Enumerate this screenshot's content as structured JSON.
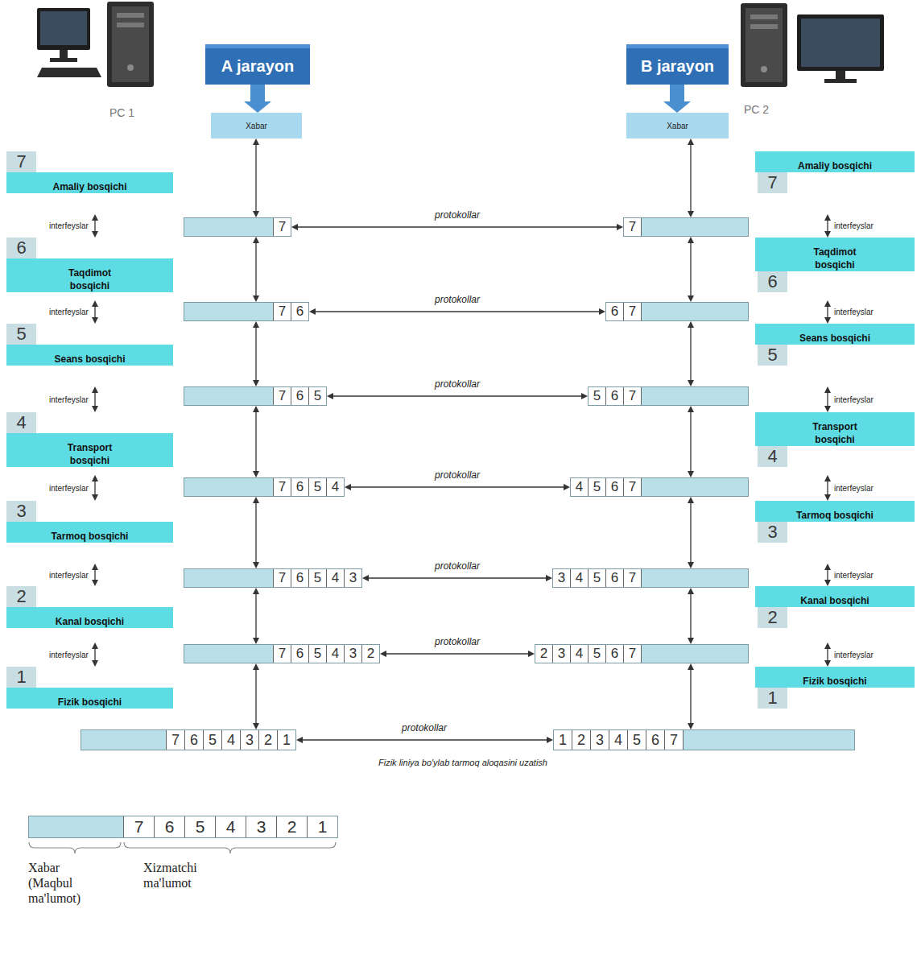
{
  "diagram": {
    "caption": "Fizik liniya bo'ylab tarmoq aloqasini uzatish",
    "nodes": [
      {
        "text": [
          "A jarayon"
        ]
      },
      {
        "text": [
          "B jarayon"
        ]
      },
      {
        "text": [
          "Xabar"
        ]
      },
      {
        "text": [
          "Xabar"
        ]
      },
      {
        "text": [
          "7",
          "Amaliy bosqichi"
        ]
      },
      {
        "text": [
          "6",
          "Taqdimot bosqichi"
        ]
      },
      {
        "text": [
          "5",
          "Seans bosqichi"
        ]
      },
      {
        "text": [
          "4",
          "Transport bosqichi"
        ]
      },
      {
        "text": [
          "3",
          "Tarmoq bosqichi"
        ]
      },
      {
        "text": [
          "2",
          "Kanal bosqichi"
        ]
      },
      {
        "text": [
          "1",
          "Fizik bosqichi"
        ]
      },
      {
        "text": [
          "Amaliy bosqichi",
          "7"
        ]
      },
      {
        "text": [
          "Taqdimot bosqichi",
          "6"
        ]
      },
      {
        "text": [
          "Seans bosqichi",
          "5"
        ]
      },
      {
        "text": [
          "Transport bosqichi",
          "4"
        ]
      },
      {
        "text": [
          "Tarmoq bosqichi",
          "3"
        ]
      },
      {
        "text": [
          "Kanal bosqichi",
          "2"
        ]
      },
      {
        "text": [
          "Fizik bosqichi",
          "1"
        ]
      },
      {
        "text": []
      },
      {
        "text": [
          "7"
        ],
        "in": 18
      },
      {
        "text": []
      },
      {
        "text": [
          "7"
        ],
        "in": 20
      },
      {
        "text": []
      },
      {
        "text": [
          "7"
        ],
        "in": 22
      },
      {
        "text": [
          "6"
        ],
        "in": 22
      },
      {
        "text": []
      },
      {
        "text": [
          "6"
        ],
        "in": 25
      },
      {
        "text": [
          "7"
        ],
        "in": 25
      },
      {
        "text": []
      },
      {
        "text": [
          "7"
        ],
        "in": 28
      },
      {
        "text": [
          "6"
        ],
        "in": 28
      },
      {
        "text": [
          "5"
        ],
        "in": 28
      },
      {
        "text": []
      },
      {
        "text": [
          "5"
        ],
        "in": 32
      },
      {
        "text": [
          "6"
        ],
        "in": 32
      },
      {
        "text": [
          "7"
        ],
        "in": 32
      },
      {
        "text": []
      },
      {
        "text": [
          "7"
        ],
        "in": 36
      },
      {
        "text": [
          "6"
        ],
        "in": 36
      },
      {
        "text": [
          "5"
        ],
        "in": 36
      },
      {
        "text": [
          "4"
        ],
        "in": 36
      },
      {
        "text": []
      },
      {
        "text": [
          "4"
        ],
        "in": 41
      },
      {
        "text": [
          "5"
        ],
        "in": 41
      },
      {
        "text": [
          "6"
        ],
        "in": 41
      },
      {
        "text": [
          "7"
        ],
        "in": 41
      },
      {
        "text": []
      },
      {
        "text": [
          "7"
        ],
        "in": 46
      },
      {
        "text": [
          "6"
        ],
        "in": 46
      },
      {
        "text": [
          "5"
        ],
        "in": 46
      },
      {
        "text": [
          "4"
        ],
        "in": 46
      },
      {
        "text": [
          "3"
        ],
        "in": 46
      },
      {
        "text": []
      },
      {
        "text": [
          "3"
        ],
        "in": 52
      },
      {
        "text": [
          "4"
        ],
        "in": 52
      },
      {
        "text": [
          "5"
        ],
        "in": 52
      },
      {
        "text": [
          "6"
        ],
        "in": 52
      },
      {
        "text": [
          "7"
        ],
        "in": 52
      },
      {
        "text": []
      },
      {
        "text": [
          "7"
        ],
        "in": 58
      },
      {
        "text": [
          "6"
        ],
        "in": 58
      },
      {
        "text": [
          "5"
        ],
        "in": 58
      },
      {
        "text": [
          "4"
        ],
        "in": 58
      },
      {
        "text": [
          "3"
        ],
        "in": 58
      },
      {
        "text": [
          "2"
        ],
        "in": 58
      },
      {
        "text": []
      },
      {
        "text": [
          "2"
        ],
        "in": 65
      },
      {
        "text": [
          "3"
        ],
        "in": 65
      },
      {
        "text": [
          "4"
        ],
        "in": 65
      },
      {
        "text": [
          "5"
        ],
        "in": 65
      },
      {
        "text": [
          "6"
        ],
        "in": 65
      },
      {
        "text": [
          "7"
        ],
        "in": 65
      },
      {
        "text": []
      },
      {
        "text": [
          "7"
        ],
        "in": 72
      },
      {
        "text": [
          "6"
        ],
        "in": 72
      },
      {
        "text": [
          "5"
        ],
        "in": 72
      },
      {
        "text": [
          "4"
        ],
        "in": 72
      },
      {
        "text": [
          "3"
        ],
        "in": 72
      },
      {
        "text": [
          "2"
        ],
        "in": 72
      },
      {
        "text": [
          "1"
        ],
        "in": 72
      },
      {
        "text": []
      },
      {
        "text": [
          "1"
        ],
        "in": 80
      },
      {
        "text": [
          "2"
        ],
        "in": 80
      },
      {
        "text": [
          "3"
        ],
        "in": 80
      },
      {
        "text": [
          "4"
        ],
        "in": 80
      },
      {
        "text": [
          "5"
        ],
        "in": 80
      },
      {
        "text": [
          "6"
        ],
        "in": 80
      },
      {
        "text": [
          "7"
        ],
        "in": 80
      },
      {
        "text": []
      },
      {
        "text": [
          "7"
        ],
        "in": 88
      },
      {
        "text": [
          "6"
        ],
        "in": 88
      },
      {
        "text": [
          "5"
        ],
        "in": 88
      },
      {
        "text": [
          "4"
        ],
        "in": 88
      },
      {
        "text": [
          "3"
        ],
        "in": 88
      },
      {
        "text": [
          "2"
        ],
        "in": 88
      },
      {
        "text": [
          "1"
        ],
        "in": 88
      }
    ],
    "edges": [
      {
        "from": 0,
        "to": 2,
        "arrow": "to"
      },
      {
        "from": 1,
        "to": 3,
        "arrow": "to"
      },
      {
        "from": 2,
        "to": 18,
        "arrow": "both"
      },
      {
        "from": 3,
        "to": 20,
        "arrow": "both"
      },
      {
        "from": 18,
        "to": 20,
        "label": "protokollar",
        "arrow": "both"
      },
      {
        "from": 18,
        "to": 22,
        "arrow": "both"
      },
      {
        "from": 20,
        "to": 25,
        "arrow": "both"
      },
      {
        "from": 22,
        "to": 25,
        "label": "protokollar",
        "arrow": "both"
      },
      {
        "from": 22,
        "to": 28,
        "arrow": "both"
      },
      {
        "from": 25,
        "to": 32,
        "arrow": "both"
      },
      {
        "from": 28,
        "to": 32,
        "label": "protokollar",
        "arrow": "both"
      },
      {
        "from": 28,
        "to": 36,
        "arrow": "both"
      },
      {
        "from": 32,
        "to": 41,
        "arrow": "both"
      },
      {
        "from": 36,
        "to": 41,
        "label": "protokollar",
        "arrow": "both"
      },
      {
        "from": 36,
        "to": 46,
        "arrow": "both"
      },
      {
        "from": 41,
        "to": 52,
        "arrow": "both"
      },
      {
        "from": 46,
        "to": 52,
        "label": "protokollar",
        "arrow": "both"
      },
      {
        "from": 46,
        "to": 58,
        "arrow": "both"
      },
      {
        "from": 52,
        "to": 65,
        "arrow": "both"
      },
      {
        "from": 58,
        "to": 65,
        "label": "protokollar",
        "arrow": "both"
      },
      {
        "from": 58,
        "to": 72,
        "arrow": "both"
      },
      {
        "from": 65,
        "to": 80,
        "arrow": "both"
      },
      {
        "from": 72,
        "to": 80,
        "label": "protokollar",
        "arrow": "both"
      },
      {
        "from": 4,
        "to": 5,
        "label": "interfeyslar",
        "arrow": "both"
      },
      {
        "from": 5,
        "to": 6,
        "label": "interfeyslar",
        "arrow": "both"
      },
      {
        "from": 6,
        "to": 7,
        "label": "interfeyslar",
        "arrow": "both"
      },
      {
        "from": 7,
        "to": 8,
        "label": "interfeyslar",
        "arrow": "both"
      },
      {
        "from": 8,
        "to": 9,
        "label": "interfeyslar",
        "arrow": "both"
      },
      {
        "from": 9,
        "to": 10,
        "label": "interfeyslar",
        "arrow": "both"
      },
      {
        "from": 11,
        "to": 12,
        "label": "interfeyslar",
        "arrow": "both"
      },
      {
        "from": 12,
        "to": 13,
        "label": "interfeyslar",
        "arrow": "both"
      },
      {
        "from": 13,
        "to": 14,
        "label": "interfeyslar",
        "arrow": "both"
      },
      {
        "from": 14,
        "to": 15,
        "label": "interfeyslar",
        "arrow": "both"
      },
      {
        "from": 15,
        "to": 16,
        "label": "interfeyslar",
        "arrow": "both"
      },
      {
        "from": 16,
        "to": 17,
        "label": "interfeyslar",
        "arrow": "both"
      }
    ],
    "labels": [
      "PC 1",
      "PC 2",
      "Xabar (Maqbul ma'lumot)",
      "Xizmatchi ma'lumot"
    ]
  }
}
